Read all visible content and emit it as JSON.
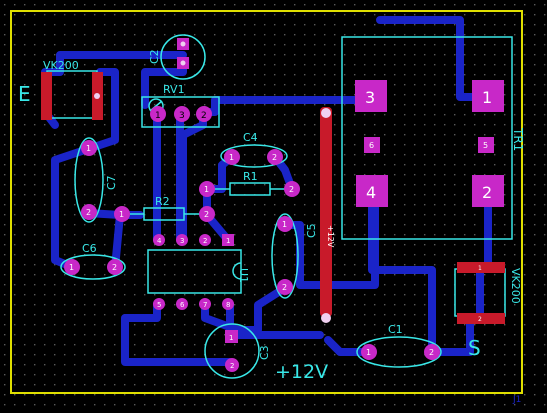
{
  "colors": {
    "background": "#000000",
    "grid_dots": "#5a5a5a",
    "outline": "#e0e000",
    "trace": "#1a24c8",
    "trace_red": "#c81a2a",
    "pad": "#c828c8",
    "pad_inner": "#f0d0f0",
    "silk": "#38e8e8",
    "label": "#38e8e8",
    "pad_text": "#ffffff",
    "red_comp": "#c81a2a",
    "rv_pad_text": "#000000"
  },
  "labels": {
    "vk200_left": "VK200",
    "vk200_right": "VK200",
    "e": "E",
    "s": "S",
    "rv1": "RV1",
    "c2": "C2",
    "c4": "C4",
    "r1": "R1",
    "r2": "R2",
    "c7": "C7",
    "c6": "C6",
    "c5": "C5",
    "c5_value": "+12V",
    "u1": "U1",
    "c3": "C3",
    "c1": "C1",
    "tr1": "TR1",
    "supply": "+12V",
    "j1": "J1"
  },
  "pads": {
    "c7_1": "1",
    "c7_2": "2",
    "c6_1": "1",
    "c6_2": "2",
    "c4_1": "1",
    "c4_2": "2",
    "c5_1": "1",
    "c5_2": "2",
    "c1_1": "1",
    "c1_2": "2",
    "c3_1": "1",
    "c3_2": "2",
    "r1_1": "1",
    "r1_2": "2",
    "r2_1": "1",
    "r2_2": "2",
    "rv1_1": "1",
    "rv1_2": "3",
    "rv1_3": "2",
    "u1_1": "1",
    "u1_2": "2",
    "u1_3": "3",
    "u1_4": "4",
    "u1_5": "5",
    "u1_6": "6",
    "u1_7": "7",
    "u1_8": "8",
    "vk_r_1": "1",
    "vk_r_2": "2",
    "tr1_3": "3",
    "tr1_1": "1",
    "tr1_4": "4",
    "tr1_2": "2",
    "tr1_6": "6",
    "tr1_5": "5"
  }
}
